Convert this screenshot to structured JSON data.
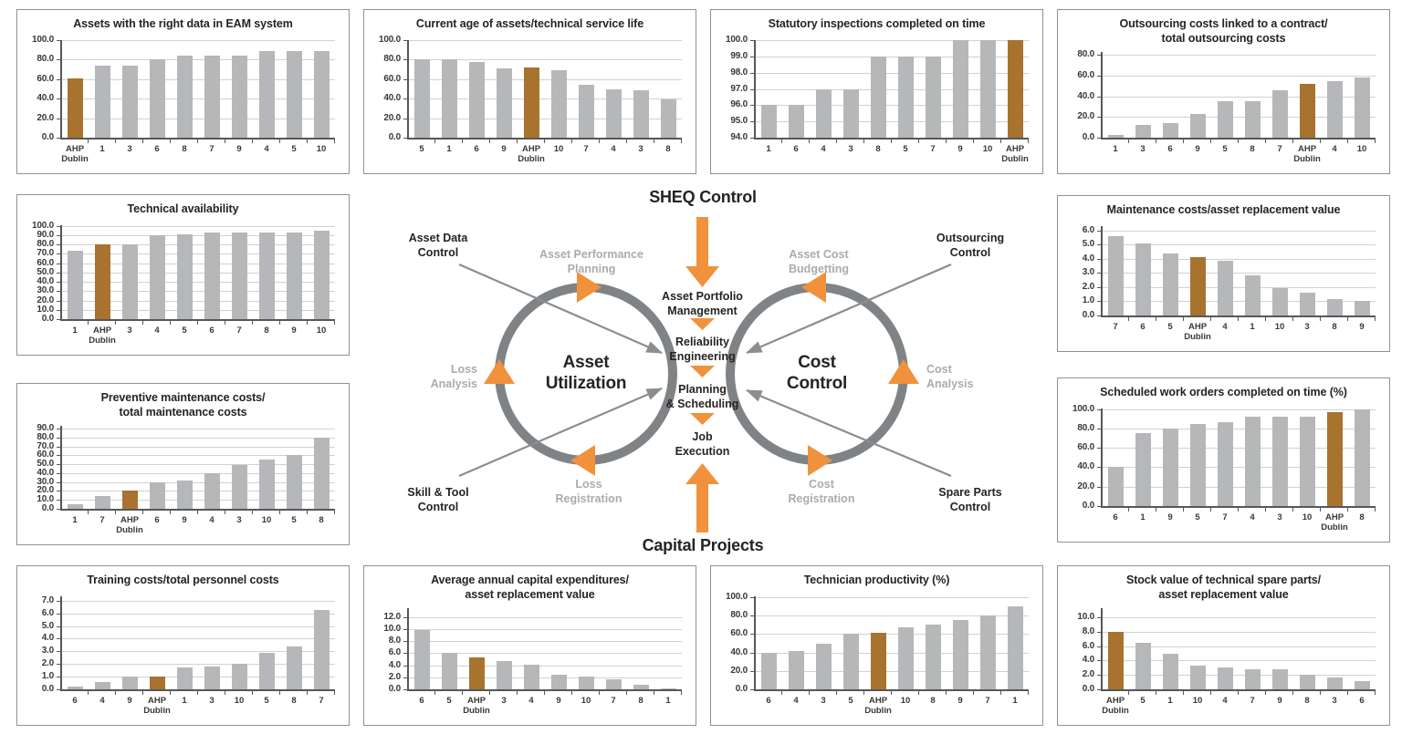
{
  "colors": {
    "bar": "#B5B7B9",
    "bar_highlight": "#A8732F",
    "orange": "#F0923C",
    "ring_gray": "#808386",
    "line_gray": "#8B8E90",
    "gray_label": "#A9ABAE",
    "text_dark": "#262321"
  },
  "center": {
    "top_label": "SHEQ Control",
    "bottom_label": "Capital Projects",
    "left_cycle_title": "Asset\nUtilization",
    "right_cycle_title": "Cost\nControl",
    "flow": [
      "Asset Portfolio\nManagement",
      "Reliability\nEngineering",
      "Planning\n& Scheduling",
      "Job\nExecution"
    ],
    "outer_labels": {
      "asset_data": "Asset Data\nControl",
      "outsourcing": "Outsourcing\nControl",
      "skill_tool": "Skill & Tool\nControl",
      "spare_parts": "Spare Parts\nControl"
    },
    "cycle_labels": {
      "asset_performance": "Asset Performance\nPlanning",
      "asset_cost": "Asset Cost\nBudgetting",
      "loss_analysis": "Loss\nAnalysis",
      "cost_analysis": "Cost\nAnalysis",
      "loss_registration": "Loss\nRegistration",
      "cost_registration": "Cost\nRegistration"
    }
  },
  "chart_data": [
    {
      "type": "bar",
      "title": "Assets with the right data in EAM system",
      "categories": [
        "AHP Dublin",
        "1",
        "3",
        "6",
        "8",
        "7",
        "9",
        "4",
        "5",
        "10"
      ],
      "values": [
        61,
        74,
        74,
        80,
        84,
        84,
        84,
        89,
        89,
        89
      ],
      "highlight_index": 0,
      "ylim": [
        0,
        100
      ],
      "ytick_step": 20,
      "axis_max": 100,
      "grid": true
    },
    {
      "type": "bar",
      "title": "Current age of assets/technical service life",
      "categories": [
        "5",
        "1",
        "6",
        "9",
        "AHP Dublin",
        "10",
        "7",
        "4",
        "3",
        "8"
      ],
      "values": [
        80,
        80,
        78,
        71,
        72,
        69,
        54,
        50,
        49,
        39
      ],
      "highlight_index": 4,
      "ylim": [
        0,
        100
      ],
      "ytick_step": 20,
      "axis_max": 100,
      "grid": true
    },
    {
      "type": "bar",
      "title": "Statutory inspections completed on time",
      "categories": [
        "1",
        "6",
        "4",
        "3",
        "8",
        "5",
        "7",
        "9",
        "10",
        "AHP Dublin"
      ],
      "values": [
        96,
        96,
        97,
        97,
        99,
        99,
        99,
        100,
        100,
        100
      ],
      "highlight_index": 9,
      "ylim": [
        94,
        100
      ],
      "ytick_step": 1,
      "axis_max": 100,
      "grid": true
    },
    {
      "type": "bar",
      "title": "Outsourcing costs linked to a contract/\ntotal outsourcing costs",
      "categories": [
        "1",
        "3",
        "6",
        "9",
        "5",
        "8",
        "7",
        "AHP Dublin",
        "4",
        "10"
      ],
      "values": [
        3,
        12,
        14,
        23,
        35,
        35,
        46,
        52,
        55,
        58
      ],
      "highlight_index": 7,
      "ylim": [
        0,
        80
      ],
      "ytick_step": 20,
      "axis_max": 83,
      "grid": true
    },
    {
      "type": "bar",
      "title": "Technical availability",
      "categories": [
        "1",
        "AHP Dublin",
        "3",
        "4",
        "5",
        "6",
        "7",
        "8",
        "9",
        "10"
      ],
      "values": [
        73,
        80,
        80,
        90,
        91,
        93,
        93,
        93,
        93,
        95
      ],
      "highlight_index": 1,
      "ylim": [
        0,
        100
      ],
      "ytick_step": 10,
      "axis_max": 100.5,
      "grid": true
    },
    {
      "type": "bar",
      "title": "Preventive maintenance costs/\ntotal maintenance costs",
      "categories": [
        "1",
        "7",
        "AHP Dublin",
        "6",
        "9",
        "4",
        "3",
        "10",
        "5",
        "8"
      ],
      "values": [
        5,
        14,
        21,
        30,
        32,
        40,
        49,
        55,
        60,
        80
      ],
      "highlight_index": 2,
      "ylim": [
        0,
        90
      ],
      "ytick_step": 10,
      "axis_max": 93,
      "grid": true
    },
    {
      "type": "bar",
      "title": "Maintenance costs/asset replacement value",
      "categories": [
        "7",
        "6",
        "5",
        "AHP Dublin",
        "4",
        "1",
        "10",
        "3",
        "8",
        "9"
      ],
      "values": [
        5.6,
        5.1,
        4.4,
        4.1,
        3.85,
        2.8,
        1.9,
        1.6,
        1.15,
        1.0
      ],
      "highlight_index": 3,
      "ylim": [
        0,
        6
      ],
      "ytick_step": 1,
      "axis_max": 6.3,
      "grid": true
    },
    {
      "type": "bar",
      "title": "Scheduled work orders completed on time (%)",
      "categories": [
        "6",
        "1",
        "9",
        "5",
        "7",
        "4",
        "3",
        "10",
        "AHP Dublin",
        "8"
      ],
      "values": [
        40,
        75,
        80,
        85,
        86,
        92,
        92,
        92,
        97,
        100
      ],
      "highlight_index": 8,
      "ylim": [
        0,
        100
      ],
      "ytick_step": 20,
      "axis_max": 100.5,
      "grid": true
    },
    {
      "type": "bar",
      "title": "Training costs/total personnel costs",
      "categories": [
        "6",
        "4",
        "9",
        "AHP Dublin",
        "1",
        "3",
        "10",
        "5",
        "8",
        "7"
      ],
      "values": [
        0.25,
        0.6,
        1.0,
        1.0,
        1.75,
        1.8,
        2.05,
        2.85,
        3.4,
        6.25
      ],
      "highlight_index": 3,
      "ylim": [
        0,
        7
      ],
      "ytick_step": 1,
      "axis_max": 7.35,
      "grid": true
    },
    {
      "type": "bar",
      "title": "Average annual capital expenditures/\nasset replacement value",
      "categories": [
        "6",
        "5",
        "AHP Dublin",
        "3",
        "4",
        "9",
        "10",
        "7",
        "8",
        "1"
      ],
      "values": [
        9.8,
        6.0,
        5.3,
        4.7,
        4.1,
        2.5,
        2.2,
        1.7,
        0.8,
        0.2
      ],
      "highlight_index": 2,
      "ylim": [
        0,
        12
      ],
      "ytick_step": 2,
      "axis_max": 13.5,
      "grid": true
    },
    {
      "type": "bar",
      "title": "Technician productivity (%)",
      "categories": [
        "6",
        "4",
        "3",
        "5",
        "AHP Dublin",
        "10",
        "8",
        "9",
        "7",
        "1"
      ],
      "values": [
        40,
        42,
        50,
        60,
        61,
        67,
        70,
        75,
        80,
        90
      ],
      "highlight_index": 4,
      "ylim": [
        0,
        100
      ],
      "ytick_step": 20,
      "axis_max": 101,
      "grid": true
    },
    {
      "type": "bar",
      "title": "Stock value of technical spare parts/\nasset replacement value",
      "categories": [
        "AHP Dublin",
        "5",
        "1",
        "10",
        "4",
        "7",
        "9",
        "8",
        "3",
        "6"
      ],
      "values": [
        8.0,
        6.5,
        5.0,
        3.3,
        3.1,
        2.8,
        2.8,
        2.0,
        1.6,
        1.1
      ],
      "highlight_index": 0,
      "ylim": [
        0,
        10
      ],
      "ytick_step": 2,
      "axis_max": 11.3,
      "grid": true
    }
  ]
}
